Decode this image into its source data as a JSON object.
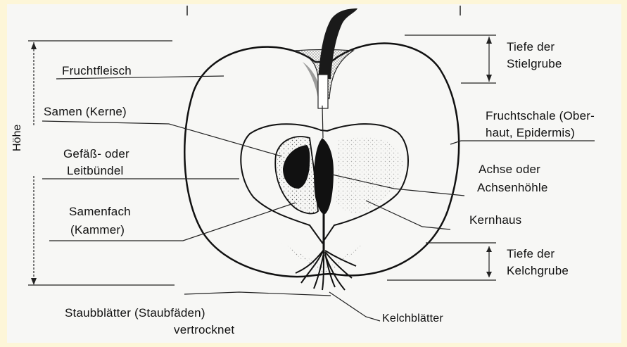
{
  "labels": {
    "fruchtfleisch": "Fruchtfleisch",
    "samen": "Samen (Kerne)",
    "gefaess_1": "Gefäß- oder",
    "gefaess_2": "Leitbündel",
    "samenfach_1": "Samenfach",
    "samenfach_2": "(Kammer)",
    "staubblaetter_1": "Staubblätter (Staubfäden)",
    "staubblaetter_2": "vertrocknet",
    "kelchblaetter": "Kelchblätter",
    "kernhaus": "Kernhaus",
    "achse_1": "Achse oder",
    "achse_2": "Achsenhöhle",
    "fruchtschale_1": "Fruchtschale (Ober-",
    "fruchtschale_2": "haut, Epidermis)",
    "tiefe_stiel_1": "Tiefe der",
    "tiefe_stiel_2": "Stielgrube",
    "tiefe_kelch_1": "Tiefe der",
    "tiefe_kelch_2": "Kelchgrube",
    "hoehe": "Höhe"
  },
  "colors": {
    "background": "#fdf6d8",
    "paper": "#f7f7f5",
    "ink": "#111111"
  }
}
